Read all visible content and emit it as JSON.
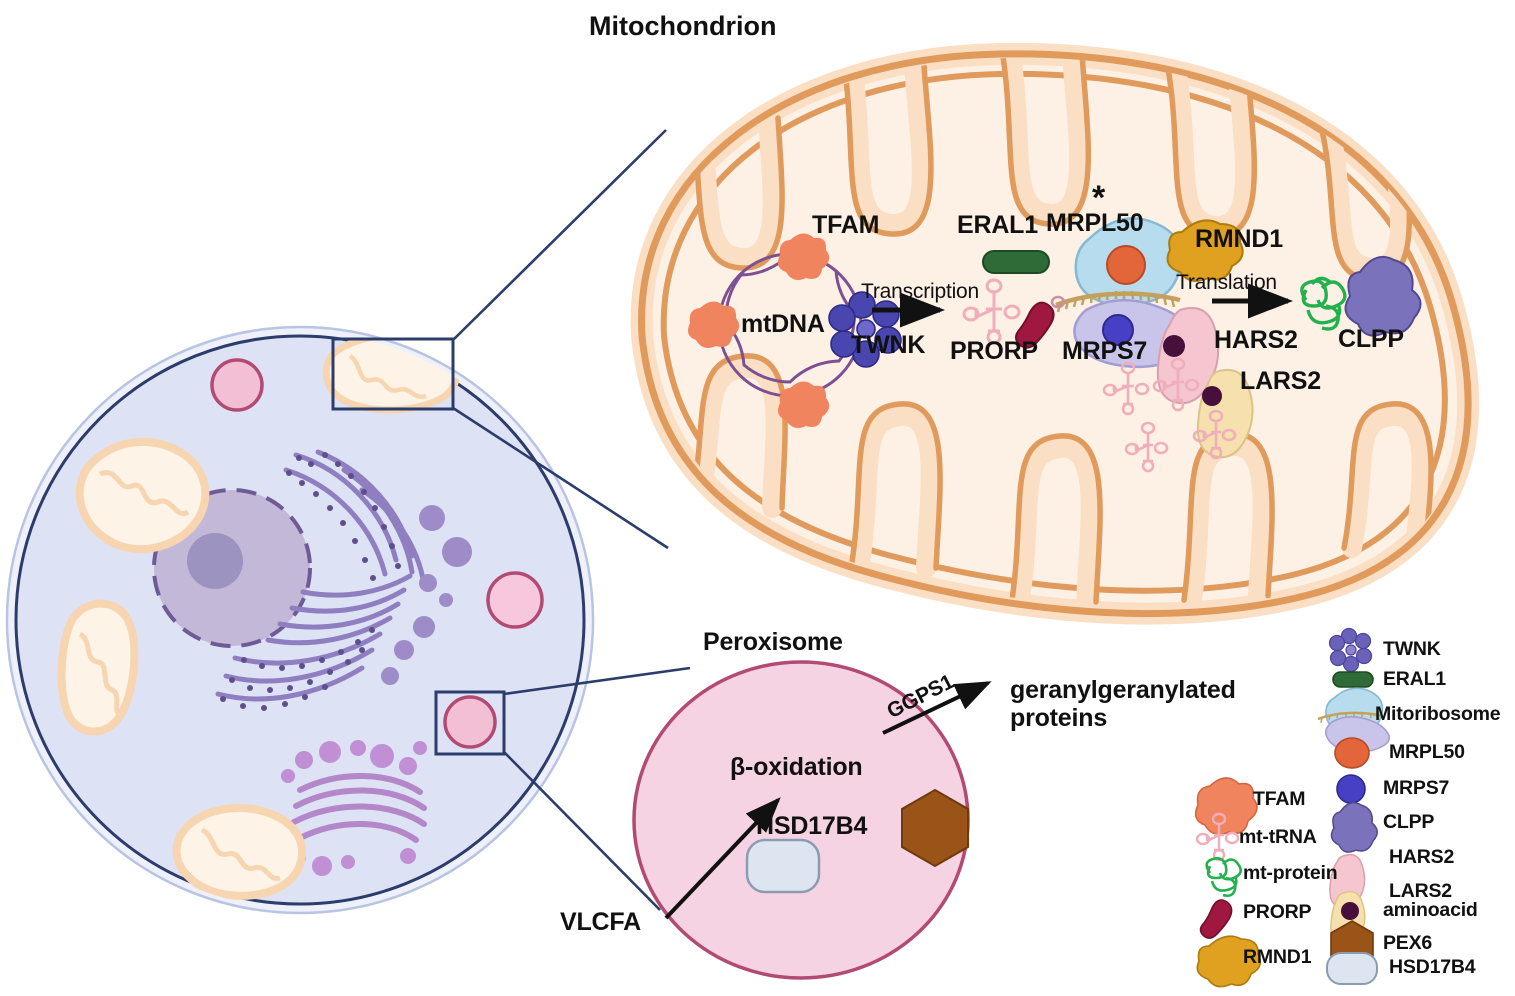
{
  "figure": {
    "type": "biological-pathway-diagram",
    "titles": {
      "mitochondrion": "Mitochondrion",
      "peroxisome": "Peroxisome"
    }
  },
  "cell": {
    "organelles": [
      "nucleus",
      "nucleolus",
      "rough-endoplasmic-reticulum",
      "golgi-apparatus",
      "mitochondria",
      "peroxisomes",
      "vesicles"
    ],
    "callout_boxes": [
      "mitochondrion-callout",
      "peroxisome-callout"
    ]
  },
  "mitochondrion": {
    "labels": {
      "mtdna": "mtDNA",
      "tfam": "TFAM",
      "twnk": "TWNK",
      "transcription": "Transcription",
      "eral1": "ERAL1",
      "prorp": "PRORP",
      "mrpl50": "MRPL50",
      "mrpl50_marker": "*",
      "mrps7": "MRPS7",
      "rmnd1": "RMND1",
      "translation": "Translation",
      "hars2": "HARS2",
      "lars2": "LARS2",
      "clpp": "CLPP"
    }
  },
  "peroxisome": {
    "labels": {
      "beta_oxidation": "β-oxidation",
      "hsd17b4": "HSD17B4",
      "vlcfa": "VLCFA",
      "ggps1": "GGPS1",
      "product": "geranylgeranylated proteins"
    }
  },
  "legend": {
    "column_right": [
      {
        "name": "TWNK",
        "color": "#6a62b8",
        "icon": "twnk-hexamer-icon"
      },
      {
        "name": "ERAL1",
        "color": "#2f6b36",
        "icon": "eral1-pill-icon"
      },
      {
        "name": "Mitoribosome",
        "color": "#b7dced",
        "icon": "mitoribosome-icon"
      },
      {
        "name": "MRPL50",
        "color": "#e2663a",
        "icon": "mrpl50-circle-icon"
      },
      {
        "name": "MRPS7",
        "color": "#4740c4",
        "icon": "mrps7-circle-icon"
      },
      {
        "name": "CLPP",
        "color": "#7a73bb",
        "icon": "clpp-blob-icon"
      },
      {
        "name": "HARS2",
        "color": "#f5c6cf",
        "icon": "hars2-blob-icon"
      },
      {
        "name": "LARS2",
        "color": "#f6e0ae",
        "icon": "lars2-blob-icon"
      },
      {
        "name": "aminoacid",
        "color": "#46103a",
        "icon": "aminoacid-dot-icon"
      },
      {
        "name": "PEX6",
        "color": "#9a5418",
        "icon": "pex6-hexagon-icon"
      },
      {
        "name": "HSD17B4",
        "color": "#dde6f0",
        "icon": "hsd17b4-capsule-icon"
      }
    ],
    "column_left": [
      {
        "name": "TFAM",
        "color": "#f0845e",
        "icon": "tfam-blob-icon"
      },
      {
        "name": "mt-tRNA",
        "color": "#f0aebb",
        "icon": "mt-trna-icon"
      },
      {
        "name": "mt-protein",
        "color": "#22b14c",
        "icon": "mt-protein-icon"
      },
      {
        "name": "PRORP",
        "color": "#a01840",
        "icon": "prorp-blob-icon"
      },
      {
        "name": "RMND1",
        "color": "#e0a020",
        "icon": "rmnd1-blob-icon"
      }
    ]
  },
  "colors": {
    "cell_fill": "#dde3f5",
    "cell_stroke": "#2c3c6b",
    "mito_outer": "#e09a5c",
    "mito_membrane_fill": "#fbdfc4",
    "mito_matrix": "#fdf1e6",
    "peroxisome_fill": "#f6d3e2",
    "peroxisome_stroke": "#b24a74",
    "nucleus_fill": "#c3b8d8",
    "callout_line": "#2c3c6b",
    "text": "#111111"
  }
}
